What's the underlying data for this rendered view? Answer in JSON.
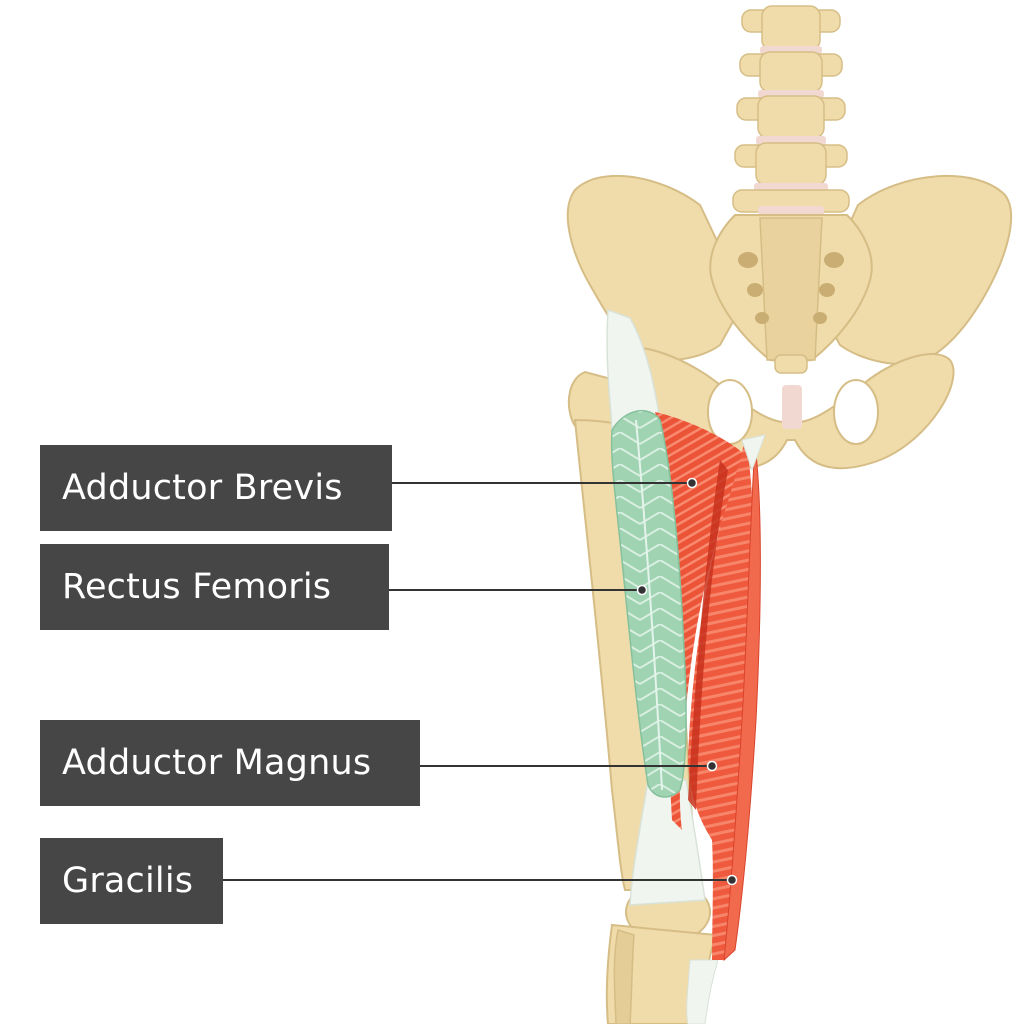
{
  "colors": {
    "background": "#ffffff",
    "bone": "#efdcaa",
    "bone_shadow": "#dcc48e",
    "bone_dark": "#c9ad73",
    "disc": "#f1d9d2",
    "cartilage": "#f0f5f0",
    "muscle_highlight": "#9fd3b2",
    "muscle_highlight_line": "#dff2e6",
    "muscle_red": "#ef5a3e",
    "muscle_red_light": "#f7856a",
    "muscle_red_dark": "#c8321f",
    "label_box": "#464646",
    "label_text": "#ffffff",
    "leader_line": "#333333"
  },
  "labels": [
    {
      "id": "adductor-brevis",
      "text": "Adductor Brevis"
    },
    {
      "id": "rectus-femoris",
      "text": "Rectus Femoris"
    },
    {
      "id": "adductor-magnus",
      "text": "Adductor Magnus"
    },
    {
      "id": "gracilis",
      "text": "Gracilis"
    }
  ],
  "highlighted_structure": "rectus-femoris"
}
